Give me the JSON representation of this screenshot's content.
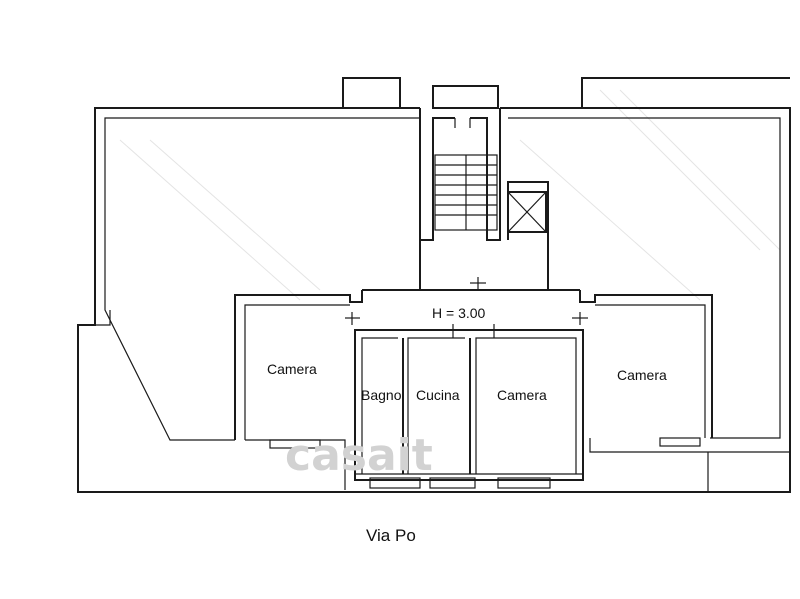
{
  "rooms": {
    "camera_left": "Camera",
    "bagno": "Bagno",
    "cucina": "Cucina",
    "camera_center": "Camera",
    "camera_right": "Camera"
  },
  "ceiling_height": "H = 3.00",
  "street_label": "Via Po",
  "watermark": "casait",
  "colors": {
    "wall": "#1a1a1a",
    "background": "#ffffff",
    "watermark": "#d2d2d2"
  }
}
